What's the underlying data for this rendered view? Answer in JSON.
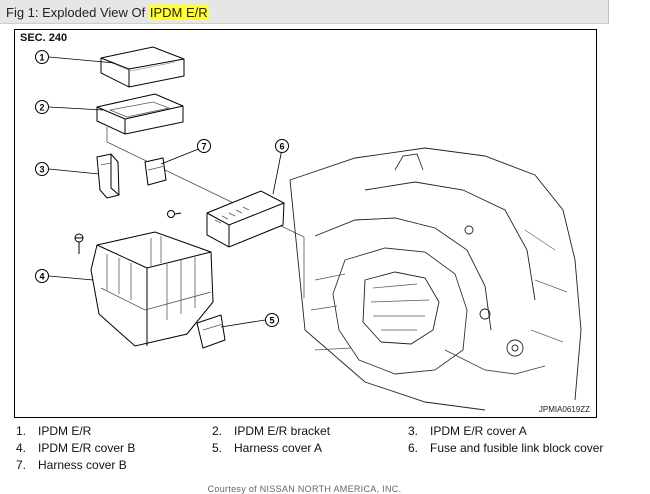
{
  "header": {
    "prefix": "Fig 1: Exploded View Of ",
    "highlight": "IPDM E/R"
  },
  "diagram": {
    "section": "SEC. 240",
    "code": "JPMIA0619ZZ",
    "callouts": [
      "1",
      "2",
      "3",
      "4",
      "5",
      "6",
      "7"
    ]
  },
  "legend": [
    {
      "num": "1.",
      "label": "IPDM E/R"
    },
    {
      "num": "2.",
      "label": "IPDM E/R bracket"
    },
    {
      "num": "3.",
      "label": "IPDM E/R cover A"
    },
    {
      "num": "4.",
      "label": "IPDM E/R cover B"
    },
    {
      "num": "5.",
      "label": "Harness cover A"
    },
    {
      "num": "6.",
      "label": "Fuse and fusible link block cover"
    },
    {
      "num": "7.",
      "label": "Harness cover B"
    }
  ],
  "courtesy": "Courtesy of NISSAN NORTH AMERICA, INC."
}
